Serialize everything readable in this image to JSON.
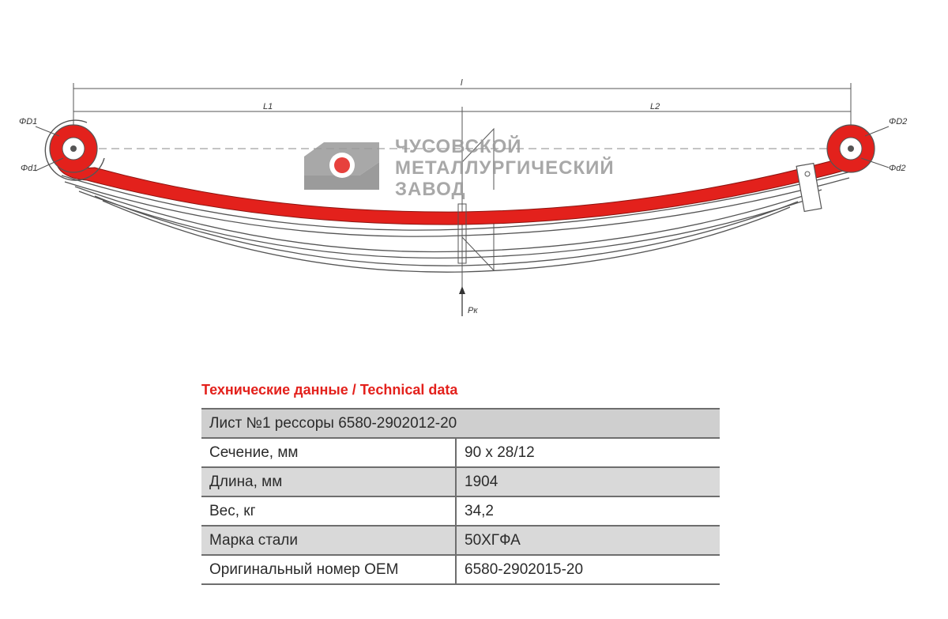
{
  "drawing": {
    "dimensions": {
      "overall": "l",
      "left": "L1",
      "right": "L2",
      "outer_dia_left": "ΦD1",
      "inner_dia_left": "Φd1",
      "outer_dia_right": "ΦD2",
      "inner_dia_right": "Φd2",
      "load": "Pк"
    },
    "logo": {
      "line1": "ЧУСОВСКОЙ",
      "line2": "МЕТАЛЛУРГИЧЕСКИЙ",
      "line3": "ЗАВОД"
    },
    "colors": {
      "main_leaf": "#e3211c",
      "logo_gray": "#9a9a9a",
      "logo_red": "#e3211c"
    }
  },
  "tech": {
    "title": "Технические данные / Technical data",
    "header": "Лист №1 рессоры 6580-2902012-20",
    "rows": [
      {
        "label": "Сечение, мм",
        "value": "90 х 28/12"
      },
      {
        "label": "Длина, мм",
        "value": "1904"
      },
      {
        "label": "Вес, кг",
        "value": "34,2"
      },
      {
        "label": "Марка стали",
        "value": "50ХГФА"
      },
      {
        "label": "Оригинальный номер OEM",
        "value": "6580-2902015-20"
      }
    ]
  }
}
